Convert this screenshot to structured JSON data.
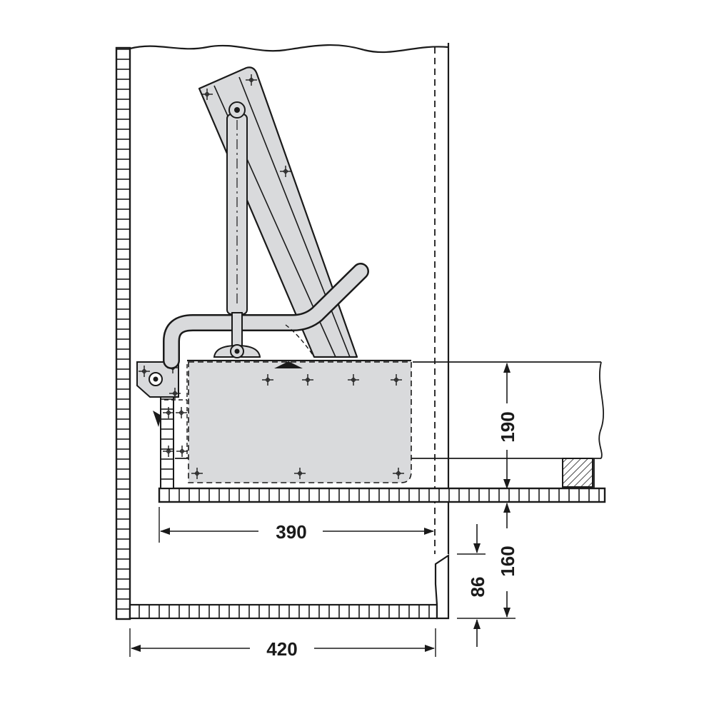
{
  "dimensions": {
    "bed_height": "190",
    "depth_inner": "390",
    "base_height": "160",
    "plinth_height": "86",
    "depth_outer": "420"
  },
  "colors": {
    "line": "#1a1a1a",
    "mechanism_fill": "#d9dadc",
    "panel_fill": "#ffffff",
    "background": "#ffffff"
  }
}
